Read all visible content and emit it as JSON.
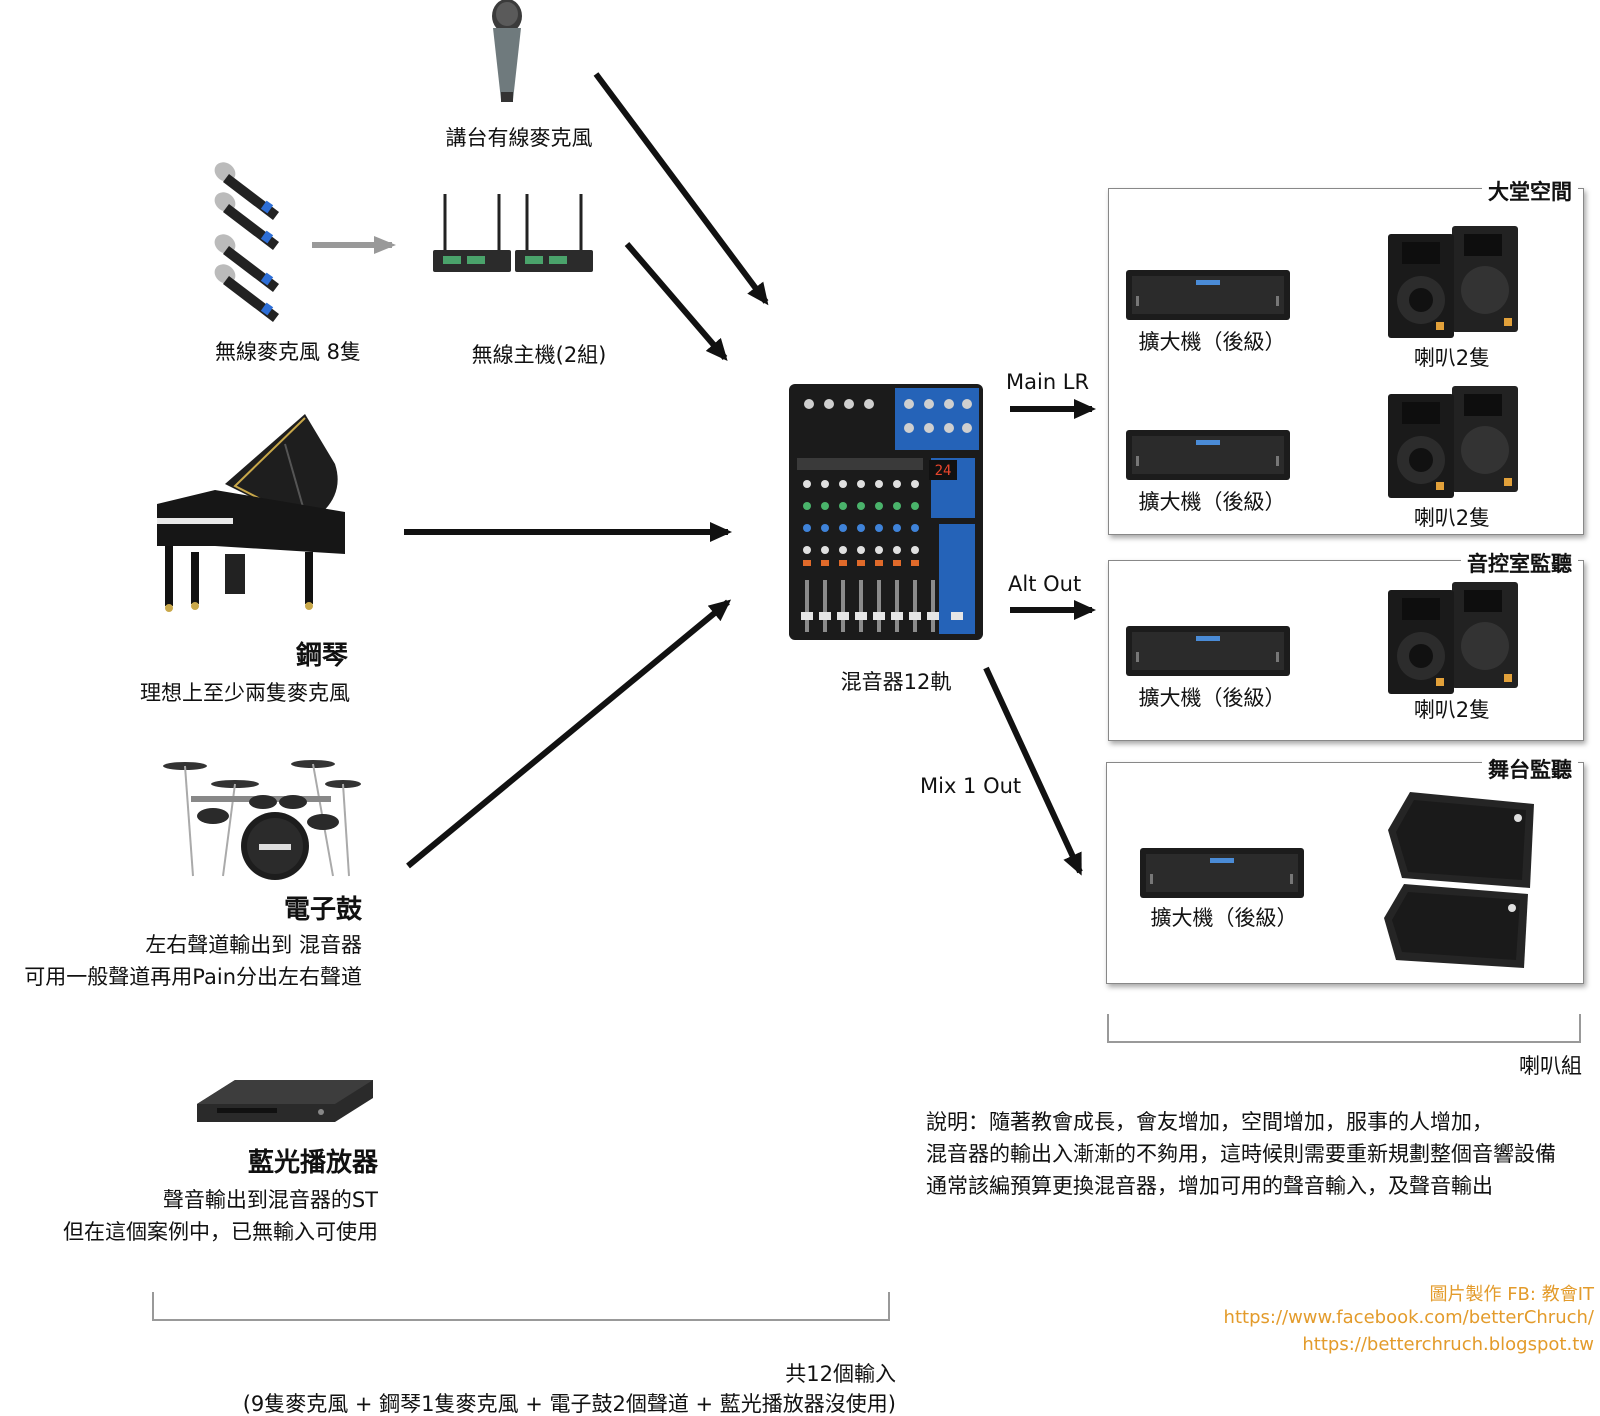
{
  "inputs": {
    "podium_mic": "講台有線麥克風",
    "wireless_mics": "無線麥克風 8隻",
    "wireless_receivers": "無線主機(2組)",
    "piano_title": "鋼琴",
    "piano_note": "理想上至少兩隻麥克風",
    "drum_title": "電子鼓",
    "drum_note_1": "左右聲道輸出到 混音器",
    "drum_note_2": "可用一般聲道再用Pain分出左右聲道",
    "bluray_title": "藍光播放器",
    "bluray_note_1": "聲音輸出到混音器的ST",
    "bluray_note_2": "但在這個案例中，已無輸入可使用",
    "total_title": "共12個輸入",
    "total_detail": "(9隻麥克風 + 鋼琴1隻麥克風 + 電子鼓2個聲道 + 藍光播放器沒使用)"
  },
  "mixer": {
    "label": "混音器12軌",
    "display": "24"
  },
  "outputs": {
    "main_lr": "Main LR",
    "alt_out": "Alt Out",
    "mix1_out": "Mix 1 Out"
  },
  "zones": {
    "hall": {
      "title": "大堂空間",
      "amp_1": "擴大機（後級）",
      "speaker_1": "喇叭2隻",
      "amp_2": "擴大機（後級）",
      "speaker_2": "喇叭2隻"
    },
    "control_room": {
      "title": "音控室監聽",
      "amp": "擴大機（後級）",
      "speaker": "喇叭2隻"
    },
    "stage": {
      "title": "舞台監聽",
      "amp": "擴大機（後級）"
    },
    "group_label": "喇叭組"
  },
  "note": {
    "line_1": "說明：隨著教會成長，會友增加，空間增加，服事的人增加，",
    "line_2": "混音器的輸出入漸漸的不夠用，這時候則需要重新規劃整個音響設備",
    "line_3": "通常該編預算更換混音器，增加可用的聲音輸入，及聲音輸出"
  },
  "credits": {
    "line_1": "圖片製作 FB: 教會IT",
    "line_2": "https://www.facebook.com/betterChruch/",
    "line_3": "https://betterchruch.blogspot.tw"
  },
  "colors": {
    "arrow": "#111111",
    "credit": "#e39b2b",
    "mixer_blue": "#2563b8"
  }
}
